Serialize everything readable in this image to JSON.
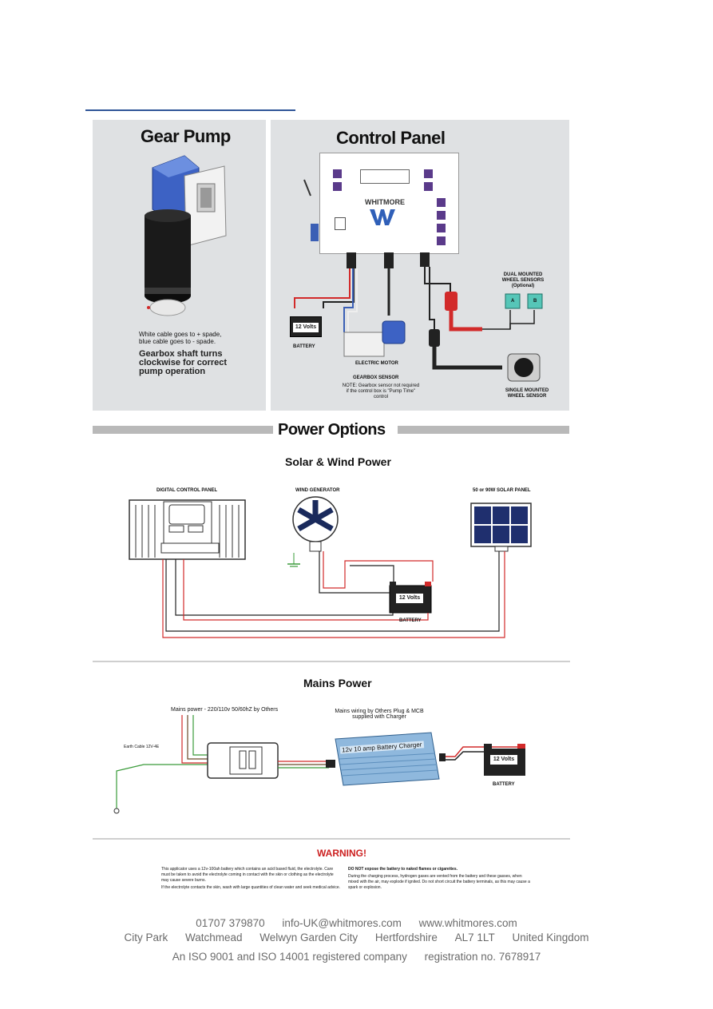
{
  "gear_pump": {
    "title": "Gear Pump",
    "cable_note": "White cable goes to + spade, blue cable goes to - spade.",
    "shaft_note": "Gearbox shaft turns clockwise for correct pump operation"
  },
  "control_panel": {
    "title": "Control Panel",
    "brand": "WHITMORE",
    "dual_sensors_label": "DUAL MOUNTED WHEEL SENSORS (Optional)",
    "sensor_a": "A",
    "sensor_b": "B",
    "battery_label": "BATTERY",
    "battery_volts": "12 Volts",
    "motor_label": "ELECTRIC MOTOR",
    "gearbox_title": "GEARBOX SENSOR",
    "gearbox_note": "NOTE: Gearbox sensor not required if the control box is \"Pump Time\" control",
    "single_sensor_label": "SINGLE MOUNTED WHEEL SENSOR"
  },
  "power_options": {
    "title": "Power Options",
    "solar_title": "Solar & Wind Power",
    "digital_panel_label": "DIGITAL CONTROL PANEL",
    "wind_label": "WIND GENERATOR",
    "solar_panel_label": "50 or 90W SOLAR PANEL",
    "battery_label": "BATTERY",
    "battery_volts": "12 Volts",
    "mains_title": "Mains Power",
    "mains_note": "Mains power - 220/110v 50/60hZ by Others",
    "mains_wiring_note": "Mains wiring by Others Plug & MCB supplied with Charger",
    "charger_label": "12v 10 amp Battery Charger",
    "earth_label": "Earth Cable 12V-4E",
    "mains_battery_label": "BATTERY",
    "mains_battery_volts": "12 Volts"
  },
  "warning": {
    "title": "WARNING!",
    "left_1": "This applicator uses a 12v-100ah battery which contains an acid based fluid, the electrolyte. Care must be taken to avoid the electrolyte coming in contact with the skin or clothing as the electrolyte may cause severe burns.",
    "left_2": "If the electrolyte contacts the skin, wash with large quantities of clean water and seek medical advice.",
    "right_head": "DO NOT expose the battery to naked flames or cigarettes.",
    "right_1": "During the charging process, hydrogen gases are vented from the battery and these gasses, when mixed with the air, may explode if ignited. Do not short circuit the battery terminals, as this may cause a spark or explosion."
  },
  "footer": {
    "phone": "01707 379870",
    "email": "info-UK@whitmores.com",
    "web": "www.whitmores.com",
    "addr1": "City Park",
    "addr2": "Watchmead",
    "addr3": "Welwyn Garden City",
    "addr4": "Hertfordshire",
    "addr5": "AL7 1LT",
    "addr6": "United Kingdom",
    "iso": "An ISO 9001 and ISO 14001 registered company",
    "reg": "registration no. 7678917"
  },
  "colors": {
    "accent_line": "#2f5597",
    "panel_bg": "#dfe1e3",
    "wire_red": "#d22a2a",
    "wire_blue": "#3b5fb5",
    "warning_red": "#cc1f1f"
  }
}
